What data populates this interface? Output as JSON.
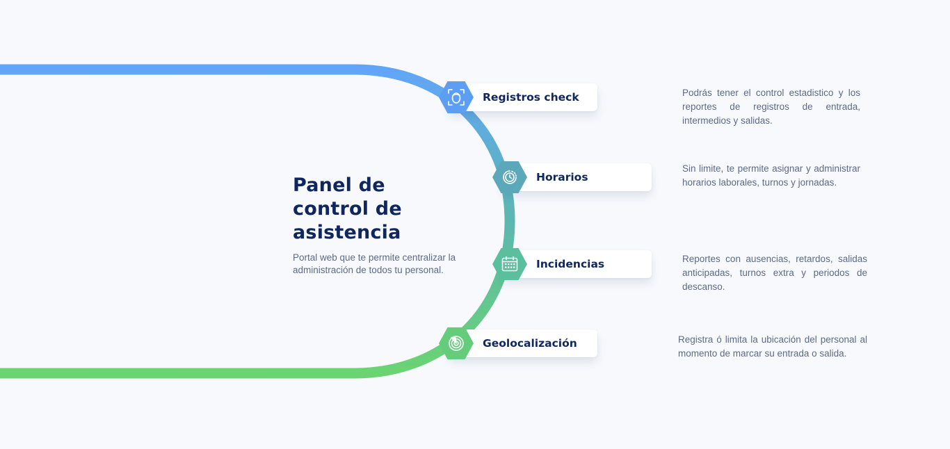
{
  "panel": {
    "title": "Panel de control de asistencia",
    "subtitle": "Portal web que te  permite centralizar la administración de todos tu personal."
  },
  "features": [
    {
      "label": "Registros check",
      "icon": "face-scan-icon",
      "color": "#5c9ff2",
      "description": "Podrás tener el control estadistico y los reportes de registros de entrada, intermedios y salidas."
    },
    {
      "label": "Horarios",
      "icon": "clock-icon",
      "color": "#5aa8ba",
      "description": "Sin limite, te permite asignar y administrar horarios laborales, turnos y jornadas."
    },
    {
      "label": "Incidencias",
      "icon": "calendar-icon",
      "color": "#5bbe9c",
      "description": "Reportes con ausencias, retardos, salidas anticipadas, turnos extra y periodos de descanso."
    },
    {
      "label": "Geolocalización",
      "icon": "radar-icon",
      "color": "#64cc7a",
      "description": "Registra ó limita la ubicación del personal al momento de marcar su entrada o salida."
    }
  ],
  "colors": {
    "track_start": "#62a5f8",
    "track_end": "#6bd472",
    "heading": "#10265e",
    "body_text": "#5c6a86"
  }
}
